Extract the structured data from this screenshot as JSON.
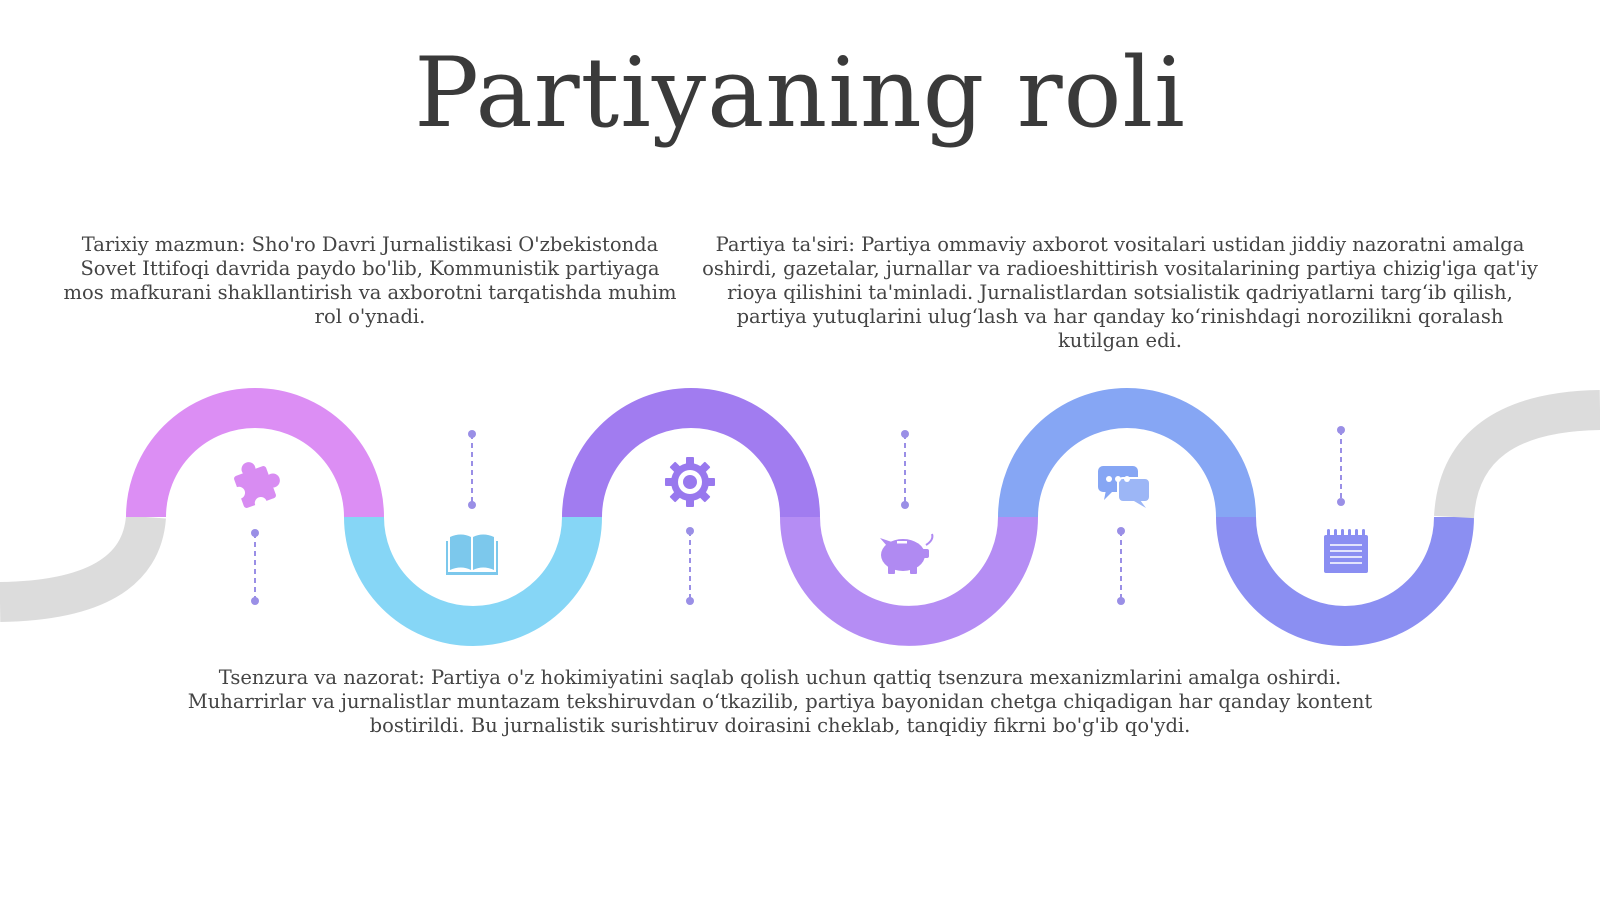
{
  "title": "Partiyaning roli",
  "blocks": [
    {
      "id": "tarixiy",
      "text": "Tarixiy mazmun: Sho'ro Davri Jurnalistikasi O'zbekistonda Sovet Ittifoqi davrida paydo bo'lib, Kommunistik partiyaga mos mafkurani shakllantirish va axborotni tarqatishda muhim rol o'ynadi."
    },
    {
      "id": "tasiri",
      "text": "Partiya ta'siri: Partiya ommaviy axborot vositalari ustidan jiddiy nazoratni amalga oshirdi, gazetalar, jurnallar va radioeshittirish vositalarining partiya chizig'iga qat'iy rioya qilishini ta'minladi. Jurnalistlardan sotsialistik qadriyatlarni targ‘ib qilish, partiya yutuqlarini ulug‘lash va har qanday ko‘rinishdagi norozilikni qoralash kutilgan edi."
    },
    {
      "id": "tsenzura",
      "text": "Tsenzura va nazorat: Partiya o'z hokimiyatini saqlab qolish uchun qattiq tsenzura mexanizmlarini amalga oshirdi. Muharrirlar va jurnalistlar muntazam tekshiruvdan o‘tkazilib, partiya bayonidan chetga chiqadigan har qanday kontent bostirildi. Bu jurnalistik surishtiruv doirasini cheklab, tanqidiy fikrni bo'g'ib qo'ydi."
    }
  ],
  "colors": {
    "grey": "#dcdcdc",
    "pink": "#dc8ef4",
    "cyan": "#86d6f6",
    "purple": "#a17cf0",
    "violet": "#b58df4",
    "blue": "#86a6f4",
    "indigo": "#8b8ff2",
    "connector": "#9a8fe6"
  },
  "icons": [
    {
      "name": "puzzle-icon",
      "color": "#d88cf2"
    },
    {
      "name": "book-icon",
      "color": "#7cc8ec"
    },
    {
      "name": "gear-icon",
      "color": "#9878ee"
    },
    {
      "name": "piggy-bank-icon",
      "color": "#b08af2"
    },
    {
      "name": "chat-icon",
      "color": "#86a6f4"
    },
    {
      "name": "notepad-icon",
      "color": "#8a8ef2"
    }
  ]
}
